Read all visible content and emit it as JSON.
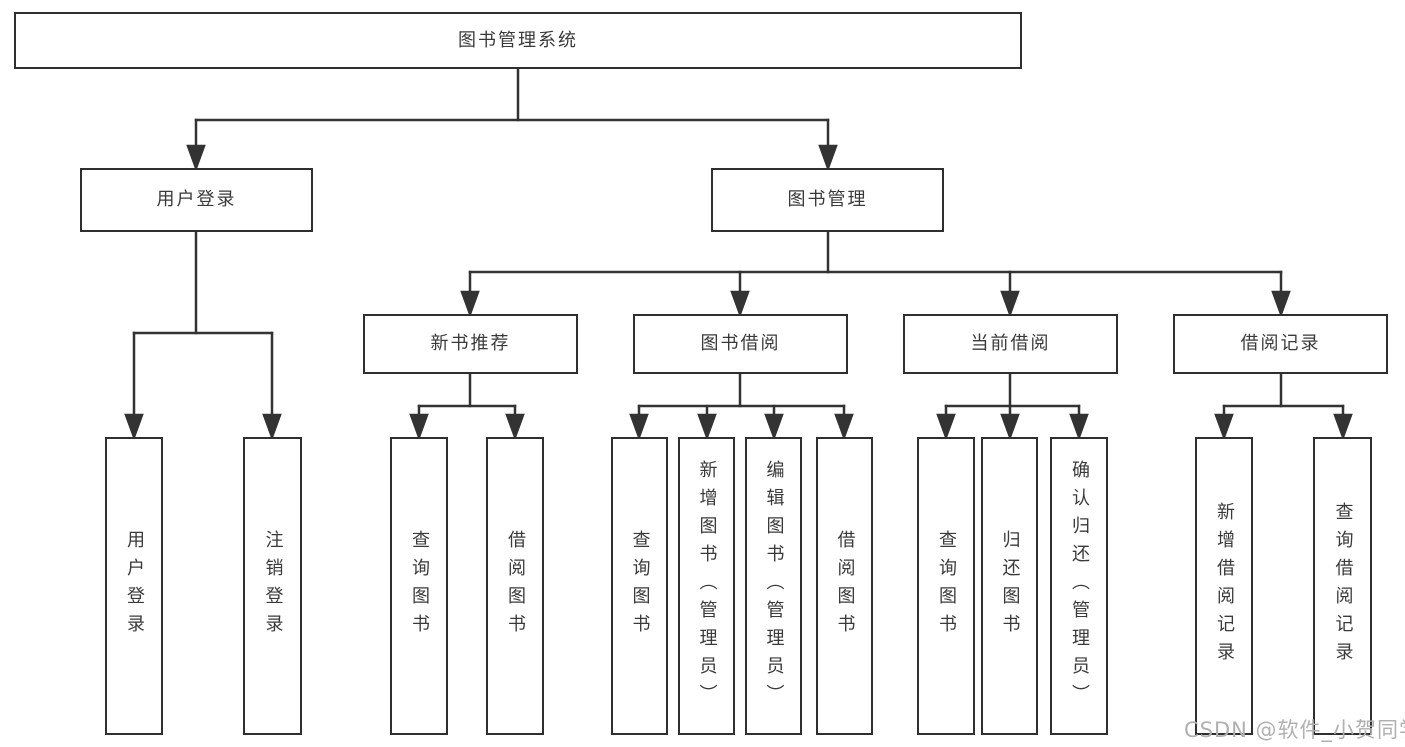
{
  "diagram": {
    "root": "图书管理系统",
    "branches": [
      {
        "label": "用户登录",
        "leaves": [
          "用户登录",
          "注销登录"
        ]
      },
      {
        "label": "图书管理",
        "sections": [
          {
            "label": "新书推荐",
            "leaves": [
              "查询图书",
              "借阅图书"
            ]
          },
          {
            "label": "图书借阅",
            "leaves": [
              "查询图书",
              "新增图书（管理员）",
              "编辑图书（管理员）",
              "借阅图书"
            ]
          },
          {
            "label": "当前借阅",
            "leaves": [
              "查询图书",
              "归还图书",
              "确认归还（管理员）"
            ]
          },
          {
            "label": "借阅记录",
            "leaves": [
              "新增借阅记录",
              "查询借阅记录"
            ]
          }
        ]
      }
    ]
  },
  "watermark": "CSDN @软件_小贺同学",
  "colors": {
    "line": "#333333",
    "box_border": "#2f2f2f",
    "text": "#3a3a3a",
    "watermark": "#b0b0b0",
    "background": "#ffffff"
  }
}
